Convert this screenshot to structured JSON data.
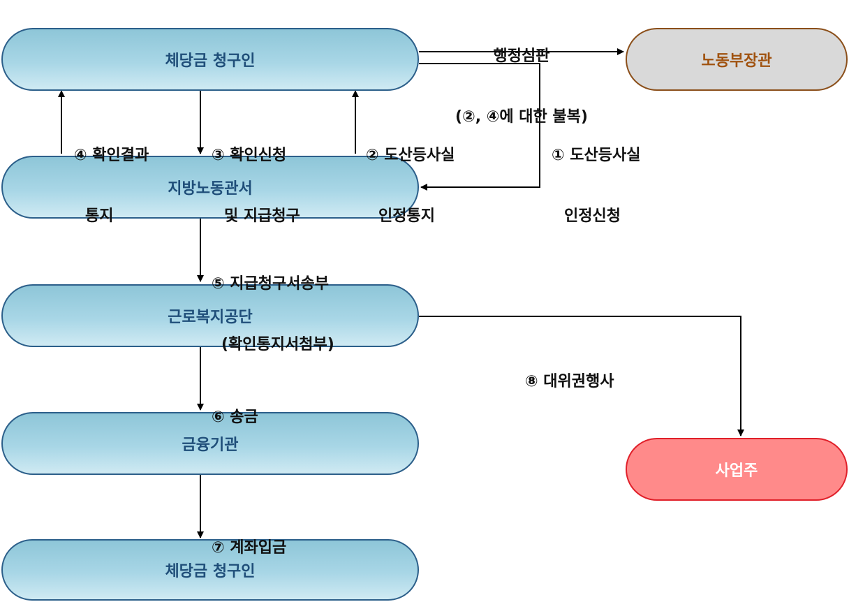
{
  "nodes": {
    "claimant_top": "체당금 청구인",
    "local_office": "지방노동관서",
    "welfare_corp": "근로복지공단",
    "bank": "금융기관",
    "claimant_bottom": "체당금 청구인",
    "labor_minister": "노동부장관",
    "employer": "사업주"
  },
  "labels": {
    "appeal_line1": "행정심판",
    "appeal_line2": "(②, ④에 대한 불복)",
    "step1_line1": "① 도산등사실",
    "step1_line2": "인정신청",
    "step2_line1": "② 도산등사실",
    "step2_line2": "인정통지",
    "step3_line1": "③ 확인신청",
    "step3_line2": "및 지급청구",
    "step4_line1": "④ 확인결과",
    "step4_line2": "통지",
    "step5_line1": "⑤ 지급청구서송부",
    "step5_line2": "(확인통지서첨부)",
    "step6": "⑥ 송금",
    "step7": "⑦ 계좌입금",
    "step8": "⑧ 대위권행사"
  }
}
